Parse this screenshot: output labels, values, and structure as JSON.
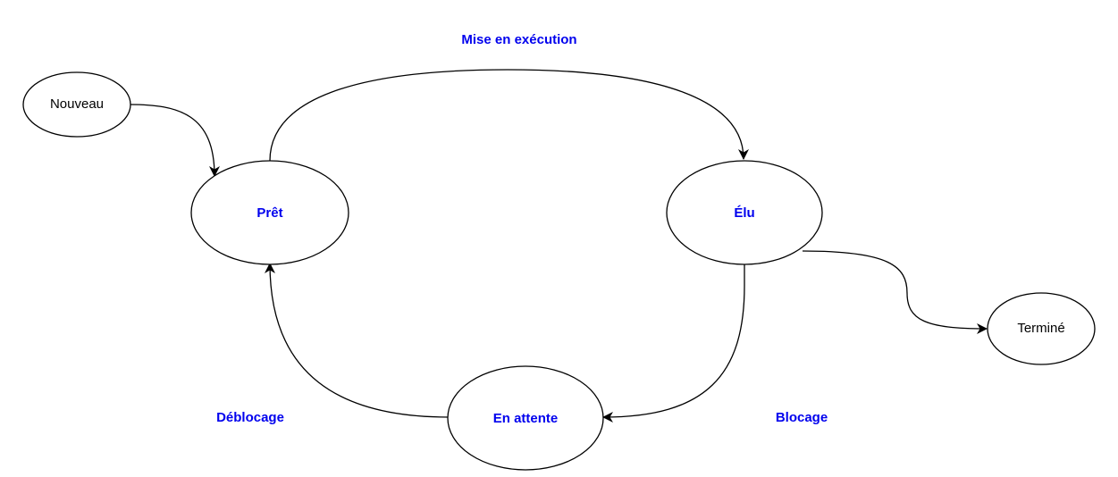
{
  "colors": {
    "accent": "#0000ee",
    "stroke": "#000000",
    "background": "#ffffff"
  },
  "nodes": {
    "nouveau": {
      "label": "Nouveau"
    },
    "pret": {
      "label": "Prêt"
    },
    "elu": {
      "label": "Élu"
    },
    "en_attente": {
      "label": "En attente"
    },
    "termine": {
      "label": "Terminé"
    }
  },
  "edges": {
    "mise_en_execution": {
      "label": "Mise en exécution"
    },
    "blocage": {
      "label": "Blocage"
    },
    "deblocage": {
      "label": "Déblocage"
    }
  }
}
